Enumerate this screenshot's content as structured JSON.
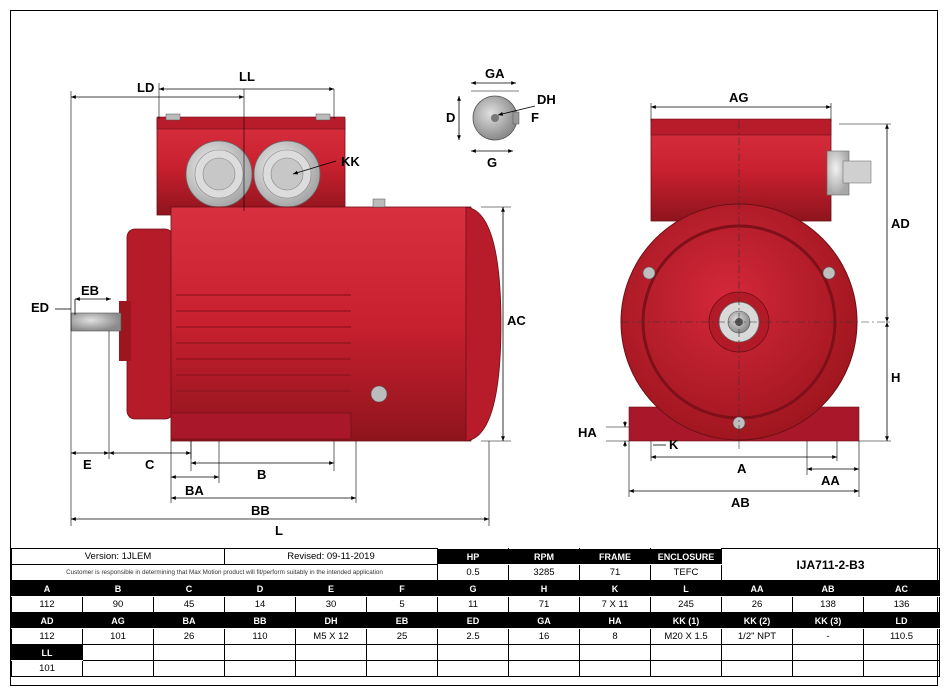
{
  "drawing": {
    "side_view_labels": [
      "LD",
      "LL",
      "KK",
      "ED",
      "EB",
      "AC",
      "E",
      "C",
      "B",
      "BA",
      "BB",
      "L"
    ],
    "shaft_end_labels": [
      "GA",
      "DH",
      "D",
      "F",
      "G"
    ],
    "front_view_labels": [
      "AG",
      "AD",
      "H",
      "HA",
      "K",
      "A",
      "AA",
      "AB"
    ]
  },
  "header": {
    "version": "Version: 1JLEM",
    "revised": "Revised: 09-11-2019",
    "disclaimer": "Customer is responsible in determining that Max Motion product will fit/perform suitably in the intended application",
    "model": "IJA711-2-B3",
    "spec_headers": [
      "HP",
      "RPM",
      "FRAME",
      "ENCLOSURE"
    ],
    "spec_values": [
      "0.5",
      "3285",
      "71",
      "TEFC"
    ]
  },
  "dimensions": {
    "row1_headers": [
      "A",
      "B",
      "C",
      "D",
      "E",
      "F",
      "G",
      "H",
      "K",
      "L",
      "AA",
      "AB",
      "AC"
    ],
    "row1_values": [
      "112",
      "90",
      "45",
      "14",
      "30",
      "5",
      "11",
      "71",
      "7 X 11",
      "245",
      "26",
      "138",
      "136"
    ],
    "row2_headers": [
      "AD",
      "AG",
      "BA",
      "BB",
      "DH",
      "EB",
      "ED",
      "GA",
      "HA",
      "KK (1)",
      "KK (2)",
      "KK (3)",
      "LD"
    ],
    "row2_values": [
      "112",
      "101",
      "26",
      "110",
      "M5 X 12",
      "25",
      "2.5",
      "16",
      "8",
      "M20 X 1.5",
      "1/2\" NPT",
      "-",
      "110.5"
    ],
    "row3_headers": [
      "LL"
    ],
    "row3_values": [
      "101"
    ]
  },
  "colors": {
    "motor_red": "#c8202e",
    "motor_dark_red": "#8e141d",
    "header_black": "#000000",
    "gland_grey": "#cfcfcf"
  }
}
